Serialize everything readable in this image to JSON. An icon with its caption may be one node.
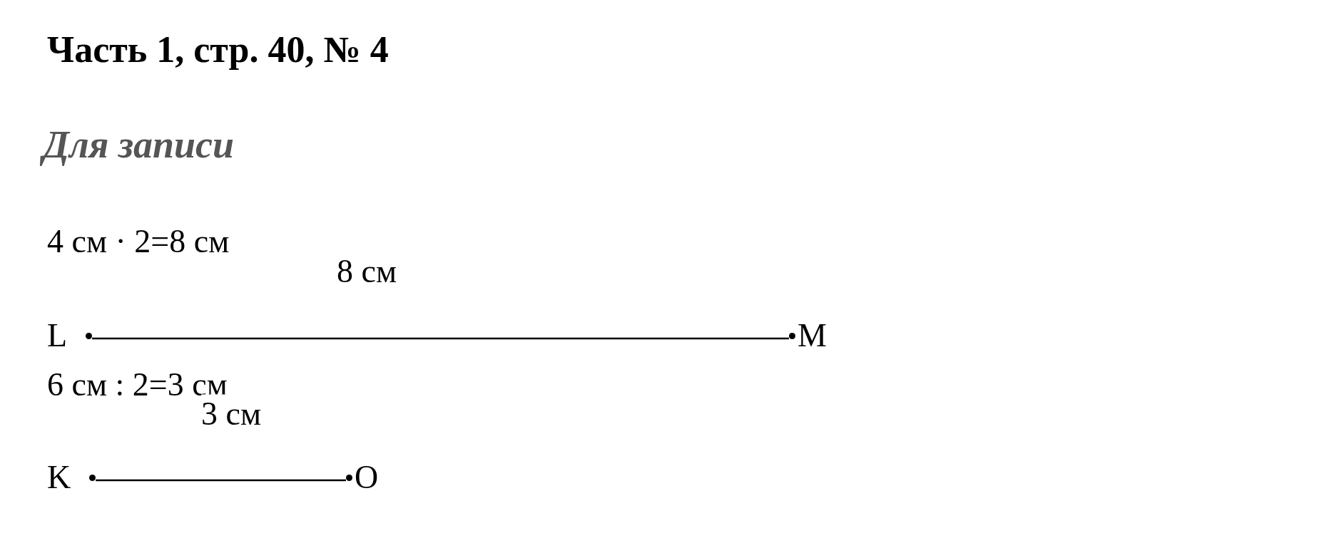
{
  "diagram": {
    "title": "Часть 1, стр. 40, № 4",
    "nodes": [
      {
        "text": [
          "L"
        ]
      },
      {
        "text": [
          "M"
        ]
      },
      {
        "text": [
          "K"
        ]
      },
      {
        "text": [
          "O"
        ]
      }
    ],
    "edges": [
      {
        "from": 0,
        "to": 1,
        "arrow": "none",
        "label": "8 см"
      },
      {
        "from": 2,
        "to": 3,
        "arrow": "none",
        "label": "3 см"
      }
    ],
    "labels": [
      "Для записи",
      "4 см · 2=8 см",
      "6 см : 2=3 см"
    ]
  }
}
